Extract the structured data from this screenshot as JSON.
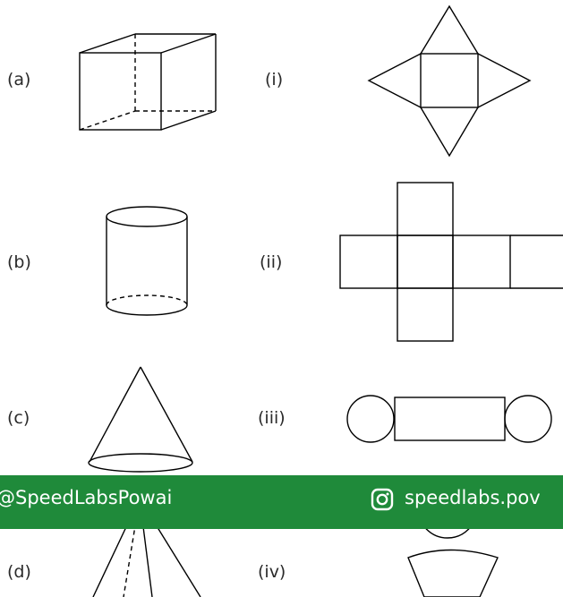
{
  "labels": {
    "a": "(a)",
    "b": "(b)",
    "c": "(c)",
    "d": "(d)",
    "i": "(i)",
    "ii": "(ii)",
    "iii": "(iii)",
    "iv": "(iv)"
  },
  "banner": {
    "handle_left": "@SpeedLabsPowai",
    "handle_right": "speedlabs.pov",
    "icon": "instagram-icon",
    "background_color": "#1f8a3a",
    "text_color": "#ffffff"
  }
}
